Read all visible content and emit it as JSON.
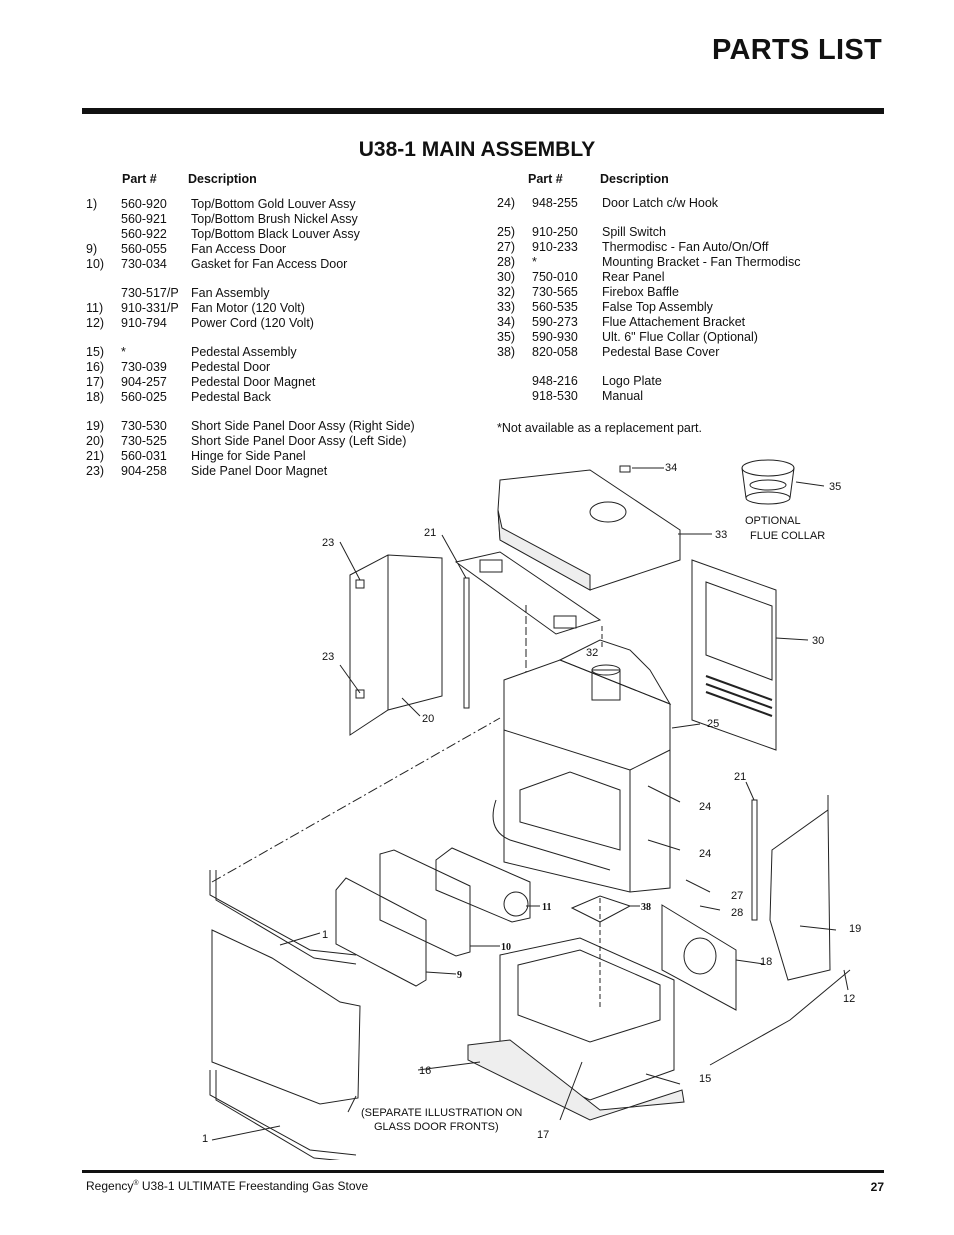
{
  "page": {
    "title": "PARTS LIST",
    "section_title": "U38-1 MAIN ASSEMBLY",
    "col_headers": {
      "part": "Part #",
      "desc": "Description"
    }
  },
  "left_rows": [
    {
      "num": "1)",
      "part": "560-920",
      "desc": "Top/Bottom Gold Louver Assy"
    },
    {
      "num": "",
      "part": "560-921",
      "desc": "Top/Bottom Brush Nickel Assy"
    },
    {
      "num": "",
      "part": "560-922",
      "desc": "Top/Bottom Black Louver Assy"
    },
    {
      "num": "9)",
      "part": "560-055",
      "desc": "Fan Access Door"
    },
    {
      "num": "10)",
      "part": "730-034",
      "desc": "Gasket for Fan Access Door"
    },
    {
      "gap": true
    },
    {
      "num": "",
      "part": "730-517/P",
      "desc": "Fan Assembly"
    },
    {
      "num": "11)",
      "part": "910-331/P",
      "desc": "Fan Motor (120 Volt)"
    },
    {
      "num": "12)",
      "part": "910-794",
      "desc": "Power Cord (120 Volt)"
    },
    {
      "gap": true
    },
    {
      "num": "15)",
      "part": "*",
      "desc": "Pedestal Assembly"
    },
    {
      "num": "16)",
      "part": "730-039",
      "desc": "Pedestal Door"
    },
    {
      "num": "17)",
      "part": "904-257",
      "desc": "Pedestal Door Magnet"
    },
    {
      "num": "18)",
      "part": "560-025",
      "desc": "Pedestal Back"
    },
    {
      "gap": true
    },
    {
      "num": "19)",
      "part": "730-530",
      "desc": "Short Side Panel Door Assy (Right Side)"
    },
    {
      "num": "20)",
      "part": "730-525",
      "desc": "Short Side Panel Door Assy (Left Side)"
    },
    {
      "num": "21)",
      "part": "560-031",
      "desc": "Hinge for Side Panel"
    },
    {
      "num": "23)",
      "part": "904-258",
      "desc": "Side Panel Door Magnet"
    }
  ],
  "right_rows": [
    {
      "num": "24)",
      "part": "948-255",
      "desc": "Door Latch c/w  Hook"
    },
    {
      "gap": true
    },
    {
      "num": "25)",
      "part": "910-250",
      "desc": "Spill Switch"
    },
    {
      "num": "27)",
      "part": "910-233",
      "desc": "Thermodisc - Fan Auto/On/Off"
    },
    {
      "num": "28)",
      "part": "*",
      "desc": "Mounting Bracket - Fan Thermodisc"
    },
    {
      "num": "30)",
      "part": "750-010",
      "desc": "Rear Panel"
    },
    {
      "num": "32)",
      "part": "730-565",
      "desc": "Firebox Baffle"
    },
    {
      "num": "33)",
      "part": "560-535",
      "desc": "False Top Assembly"
    },
    {
      "num": "34)",
      "part": "590-273",
      "desc": "Flue Attachement Bracket"
    },
    {
      "num": "35)",
      "part": "590-930",
      "desc": "Ult. 6\" Flue Collar (Optional)"
    },
    {
      "num": "38)",
      "part": "820-058",
      "desc": "Pedestal Base Cover"
    },
    {
      "gap": true
    },
    {
      "num": "",
      "part": "948-216",
      "desc": "Logo Plate"
    },
    {
      "num": "",
      "part": "918-530",
      "desc": "Manual"
    }
  ],
  "note": "*Not available as a replacement part.",
  "diagram": {
    "labels": {
      "l34": "34",
      "l35": "35",
      "l33": "33",
      "optional1": "OPTIONAL",
      "optional2": "FLUE COLLAR",
      "l30": "30",
      "l21a": "21",
      "l23a": "23",
      "l23b": "23",
      "l20": "20",
      "l32": "32",
      "l25": "25",
      "l21b": "21",
      "l24a": "24",
      "l24b": "24",
      "l27": "27",
      "l28": "28",
      "l19": "19",
      "l18": "18",
      "l12": "12",
      "l1a": "1",
      "l11": "11",
      "l10": "10",
      "l9": "9",
      "l38": "38",
      "l16": "16",
      "l15": "15",
      "l17": "17",
      "l1b": "1",
      "sep1": "(SEPARATE ILLUSTRATION ON",
      "sep2": "GLASS DOOR FRONTS)"
    }
  },
  "footer": {
    "brand": "Regency",
    "reg": "®",
    "text": " U38-1 ULTIMATE Freestanding Gas Stove",
    "page_number": "27"
  }
}
